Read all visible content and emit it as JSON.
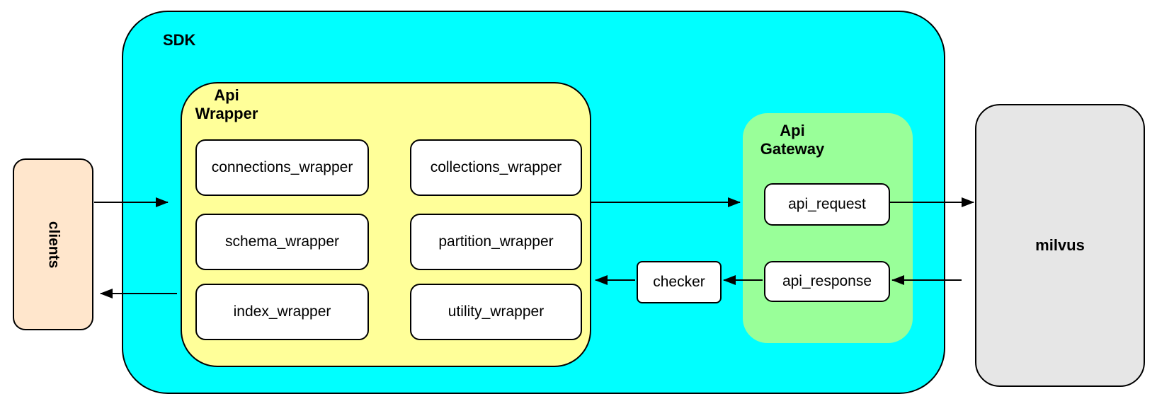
{
  "sdk": {
    "label": "SDK"
  },
  "clients": {
    "label": "clients"
  },
  "api_wrapper": {
    "line1": "Api",
    "line2": "Wrapper",
    "boxes": [
      {
        "label": "connections_wrapper"
      },
      {
        "label": "collections_wrapper"
      },
      {
        "label": "schema_wrapper"
      },
      {
        "label": "partition_wrapper"
      },
      {
        "label": "index_wrapper"
      },
      {
        "label": "utility_wrapper"
      }
    ]
  },
  "checker": {
    "label": "checker"
  },
  "api_gateway": {
    "line1": "Api",
    "line2": "Gateway",
    "boxes": [
      {
        "label": "api_request"
      },
      {
        "label": "api_response"
      }
    ]
  },
  "milvus": {
    "label": "milvus"
  },
  "colors": {
    "sdk_fill": "#00ffff",
    "api_wrapper_fill": "#ffff99",
    "api_gateway_fill": "#99ff99",
    "clients_fill": "#ffe6cc",
    "milvus_fill": "#e6e6e6",
    "node_fill": "#ffffff",
    "stroke": "#000000",
    "arrow": "#000000"
  }
}
